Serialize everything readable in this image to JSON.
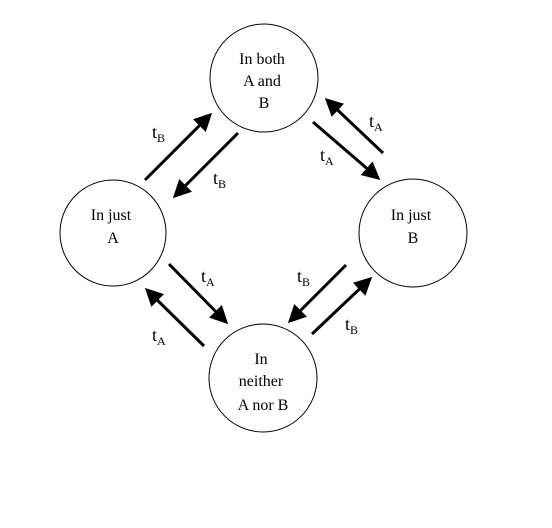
{
  "diagram": {
    "nodes": [
      {
        "id": "both",
        "lines": [
          "In both",
          "A and",
          "B"
        ]
      },
      {
        "id": "just-a",
        "lines": [
          "In just",
          "A"
        ]
      },
      {
        "id": "just-b",
        "lines": [
          "In just",
          "B"
        ]
      },
      {
        "id": "neither",
        "lines": [
          "In",
          "neither",
          "A nor B"
        ]
      }
    ],
    "edges": [
      {
        "from": "just-a",
        "to": "both",
        "label_base": "t",
        "label_sub": "B"
      },
      {
        "from": "both",
        "to": "just-a",
        "label_base": "t",
        "label_sub": "B"
      },
      {
        "from": "both",
        "to": "just-b",
        "label_base": "t",
        "label_sub": "A"
      },
      {
        "from": "just-b",
        "to": "both",
        "label_base": "t",
        "label_sub": "A"
      },
      {
        "from": "just-a",
        "to": "neither",
        "label_base": "t",
        "label_sub": "A"
      },
      {
        "from": "neither",
        "to": "just-a",
        "label_base": "t",
        "label_sub": "A"
      },
      {
        "from": "just-b",
        "to": "neither",
        "label_base": "t",
        "label_sub": "B"
      },
      {
        "from": "neither",
        "to": "just-b",
        "label_base": "t",
        "label_sub": "B"
      }
    ]
  }
}
